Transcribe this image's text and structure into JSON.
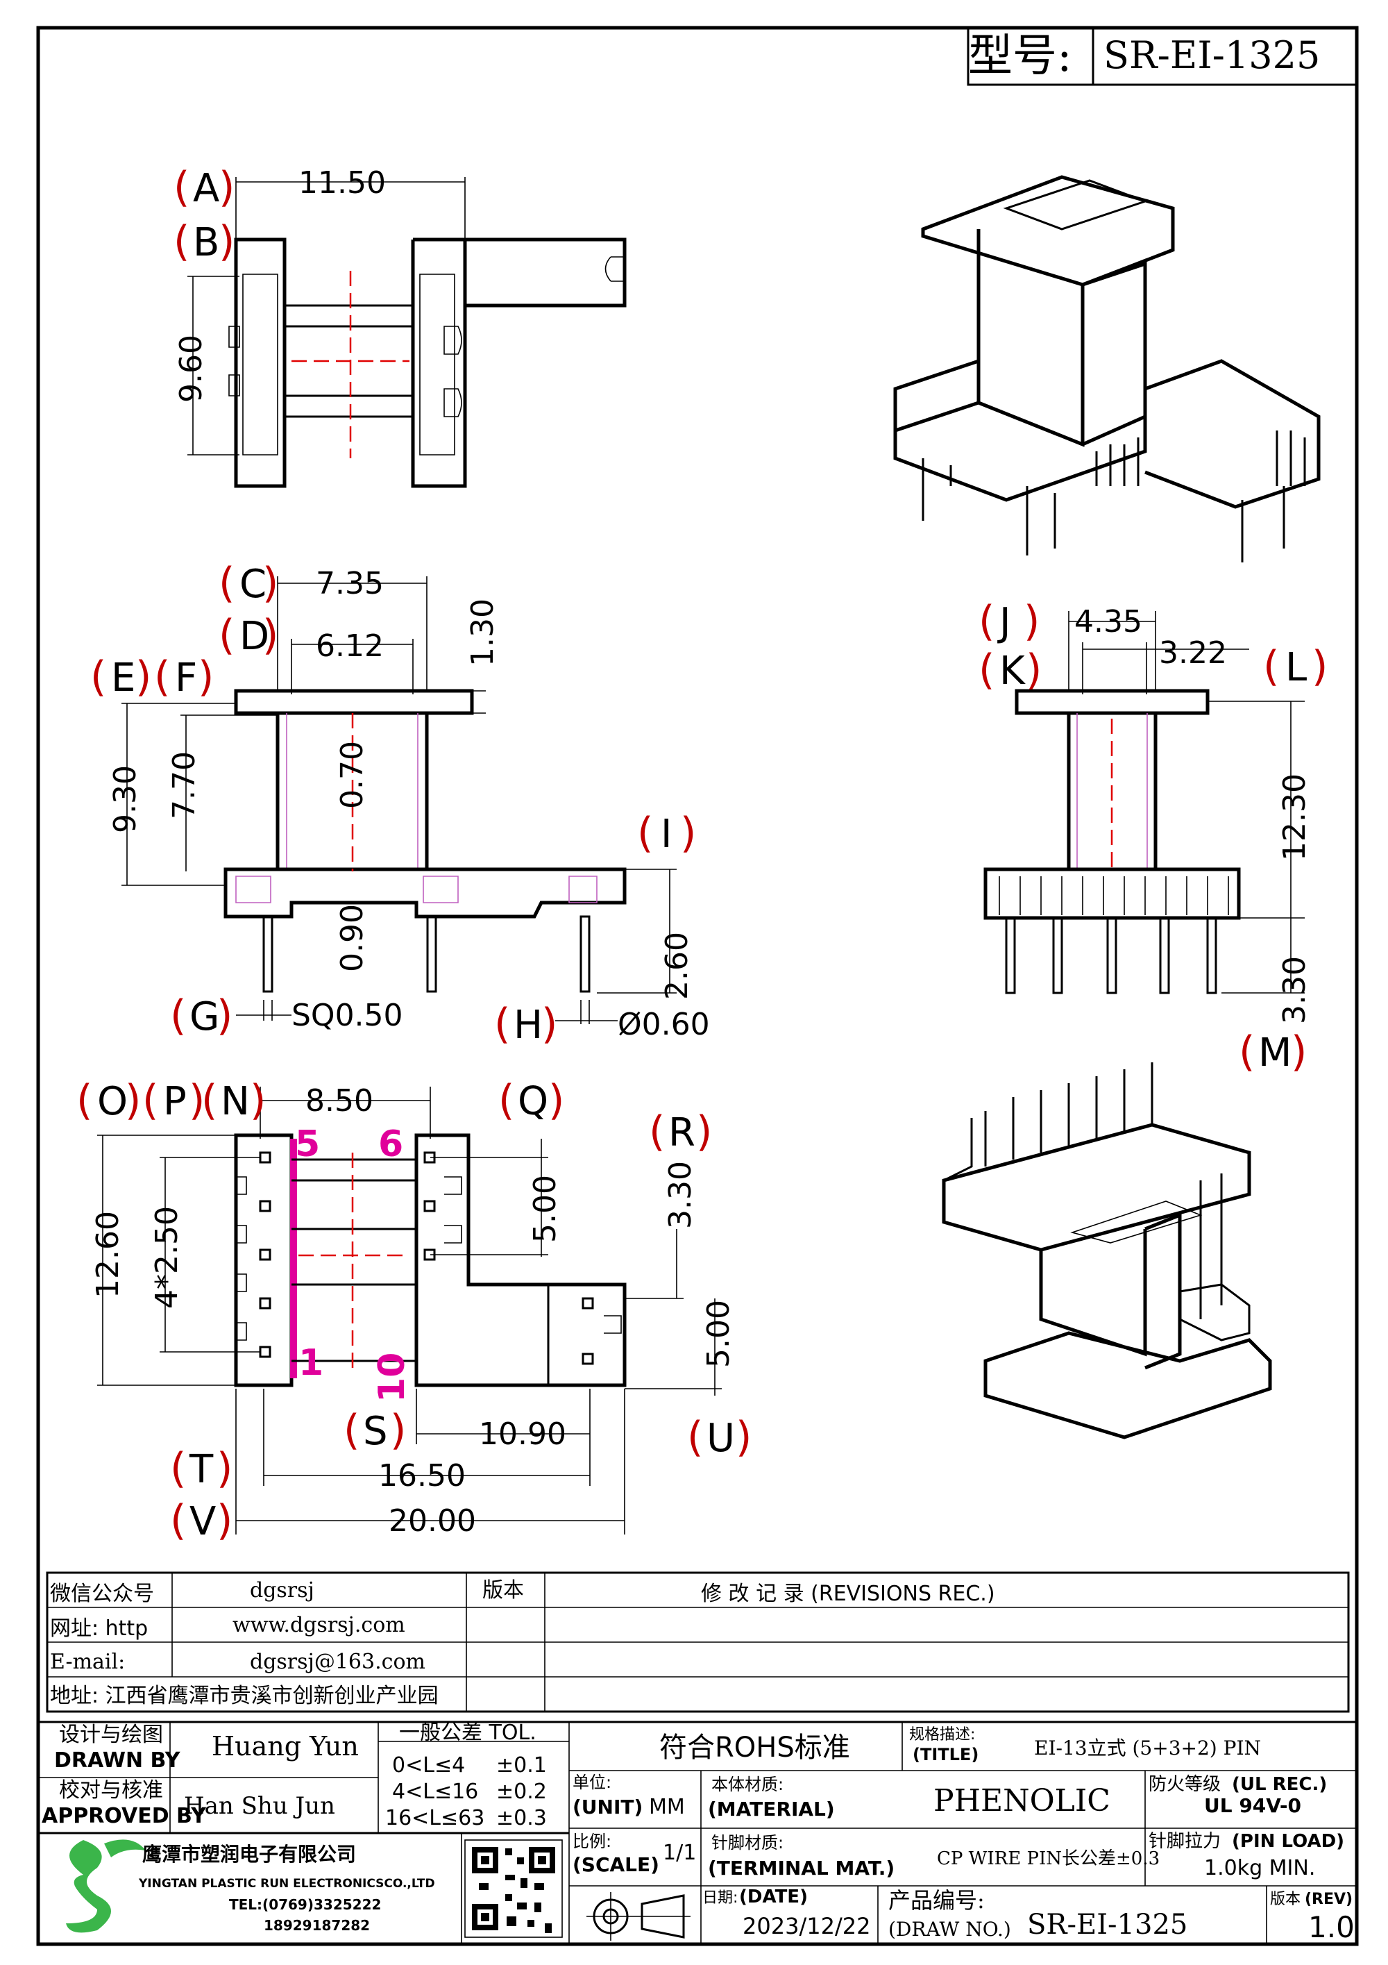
{
  "model": {
    "label": "型号:",
    "value": "SR-EI-1325"
  },
  "views": {
    "top": {
      "letters": [
        "A",
        "B"
      ],
      "dims": {
        "width": "11.50",
        "height": "9.60"
      }
    },
    "front": {
      "letters": [
        "C",
        "D",
        "E",
        "F",
        "G",
        "H",
        "I"
      ],
      "dims": {
        "c": "7.35",
        "d": "6.12",
        "flange": "1.30",
        "e": "9.30",
        "f": "7.70",
        "center": "0.70",
        "base": "0.90",
        "i": "2.60",
        "g": "SQ0.50",
        "h": "Ø0.60"
      }
    },
    "side": {
      "letters": [
        "J",
        "K",
        "L",
        "M"
      ],
      "dims": {
        "j": "4.35",
        "k": "3.22",
        "l": "12.30",
        "m": "3.30"
      }
    },
    "bottom": {
      "letters": [
        "O",
        "P",
        "N",
        "Q",
        "R",
        "S",
        "T",
        "U",
        "V"
      ],
      "dims": {
        "n": "8.50",
        "o": "12.60",
        "p": "4*2.50",
        "q": "5.00",
        "r": "3.30",
        "u": "5.00",
        "s": "10.90",
        "t": "16.50",
        "v": "20.00"
      },
      "pins": [
        "5",
        "6",
        "1",
        "10"
      ]
    }
  },
  "info": {
    "wechat_label": "微信公众号",
    "wechat_value": "dgsrsj",
    "web_label": "网址: http",
    "web_value": "www.dgsrsj.com",
    "email_label": "E-mail:",
    "email_value": "dgsrsj@163.com",
    "address": "地址: 江西省鹰潭市贵溪市创新创业产业园",
    "version_label": "版本",
    "revisions_label": "修 改 记 录  (REVISIONS REC.)"
  },
  "title_block": {
    "drawn_cn": "设计与绘图",
    "drawn_en": "DRAWN BY",
    "drawn_name": "Huang  Yun",
    "approved_cn": "校对与核准",
    "approved_en": "APPROVED BY",
    "approved_name": "Han Shu Jun",
    "tol_title": "一般公差 TOL.",
    "tol_rows": [
      {
        "range": "0<L≤4",
        "tol": "±0.1"
      },
      {
        "range": "4<L≤16",
        "tol": "±0.2"
      },
      {
        "range": "16<L≤63",
        "tol": "±0.3"
      }
    ],
    "rohs": "符合ROHS标准",
    "title_cn": "规格描述:",
    "title_en": "(TITLE)",
    "title_value": "EI-13立式 (5+3+2) PIN",
    "unit_cn": "单位:",
    "unit_en": "(UNIT)",
    "unit_value": "MM",
    "material_cn": "本体材质:",
    "material_en": "(MATERIAL)",
    "material_value": "PHENOLIC",
    "flame_cn": "防火等级",
    "flame_en": "(UL REC.)",
    "flame_value": "UL 94V-0",
    "scale_cn": "比例:",
    "scale_en": "(SCALE)",
    "scale_value": "1/1",
    "terminal_cn": "针脚材质:",
    "terminal_en": "(TERMINAL MAT.)",
    "terminal_value": "CP WIRE  PIN长公差±0.3",
    "pinload_cn": "针脚拉力",
    "pinload_en": "(PIN LOAD)",
    "pinload_value": "1.0kg  MIN.",
    "date_cn": "日期:",
    "date_en": "(DATE)",
    "date_value": "2023/12/22",
    "drawno_cn": "产品编号:",
    "drawno_en": "(DRAW NO.)",
    "drawno_value": "SR-EI-1325",
    "rev_cn": "版本",
    "rev_en": "(REV)",
    "rev_value": "1.0",
    "company_cn": "鹰潭市塑润电子有限公司",
    "company_en": "YINGTAN PLASTIC RUN ELECTRONICSCO.,LTD",
    "tel": "TEL:(0769)3325222",
    "mobile": "18929187282"
  },
  "colors": {
    "logo_green": "#3bb54a",
    "pin_numbers": "#e0009a",
    "letter_parens": "#c00000"
  }
}
